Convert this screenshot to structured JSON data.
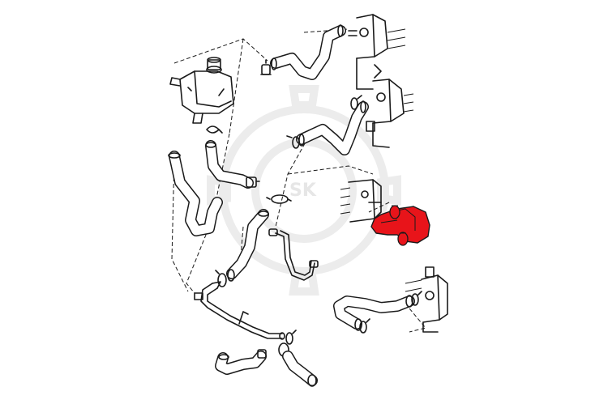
{
  "watermark": {
    "text": "SK"
  },
  "highlight": {
    "color": "#e8141a"
  },
  "parts": [
    "upper-radiator-hose",
    "expansion-tank",
    "heater-hose",
    "bypass-hose",
    "highlighted-radiator-hose",
    "lower-radiator-hose",
    "coolant-pipe",
    "small-hose"
  ]
}
